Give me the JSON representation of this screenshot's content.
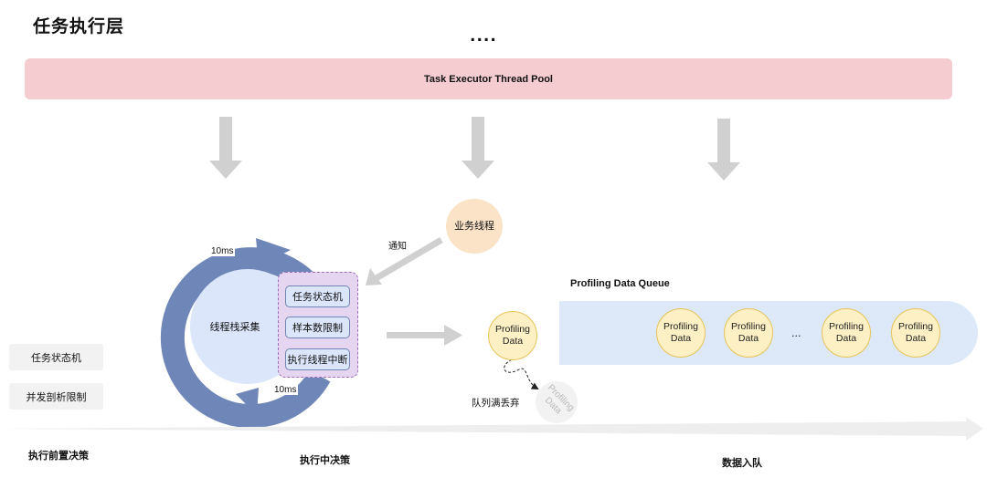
{
  "title": "任务执行层",
  "ellipsis_top": "....",
  "pool_label": "Task Executor Thread Pool",
  "business_thread": "业务线程",
  "notify_label": "通知",
  "cycle": {
    "center_label": "线程栈采集",
    "interval_top": "10ms",
    "interval_bottom": "10ms"
  },
  "controls": [
    "任务状态机",
    "样本数限制",
    "执行线程中断"
  ],
  "profiling_node": "Profiling\nData",
  "queue": {
    "title": "Profiling Data Queue",
    "items": [
      "Profiling\nData",
      "Profiling\nData",
      "Profiling\nData",
      "Profiling\nData"
    ],
    "ellipsis": "..."
  },
  "dropped": {
    "label": "队列满丢弃",
    "node": "Profiling\nData"
  },
  "side_boxes": [
    "任务状态机",
    "并发剖析限制"
  ],
  "phases": [
    "执行前置决策",
    "执行中决策",
    "数据入队"
  ],
  "colors": {
    "pool": "#f5cdd0",
    "cycle_ring": "#6f86b8",
    "inner": "#dbe6fb",
    "controls_panel": "#e6d5f0",
    "data_node": "#fdf0c4",
    "queue": "#dde8f9",
    "arrow": "#d0d0d0"
  }
}
